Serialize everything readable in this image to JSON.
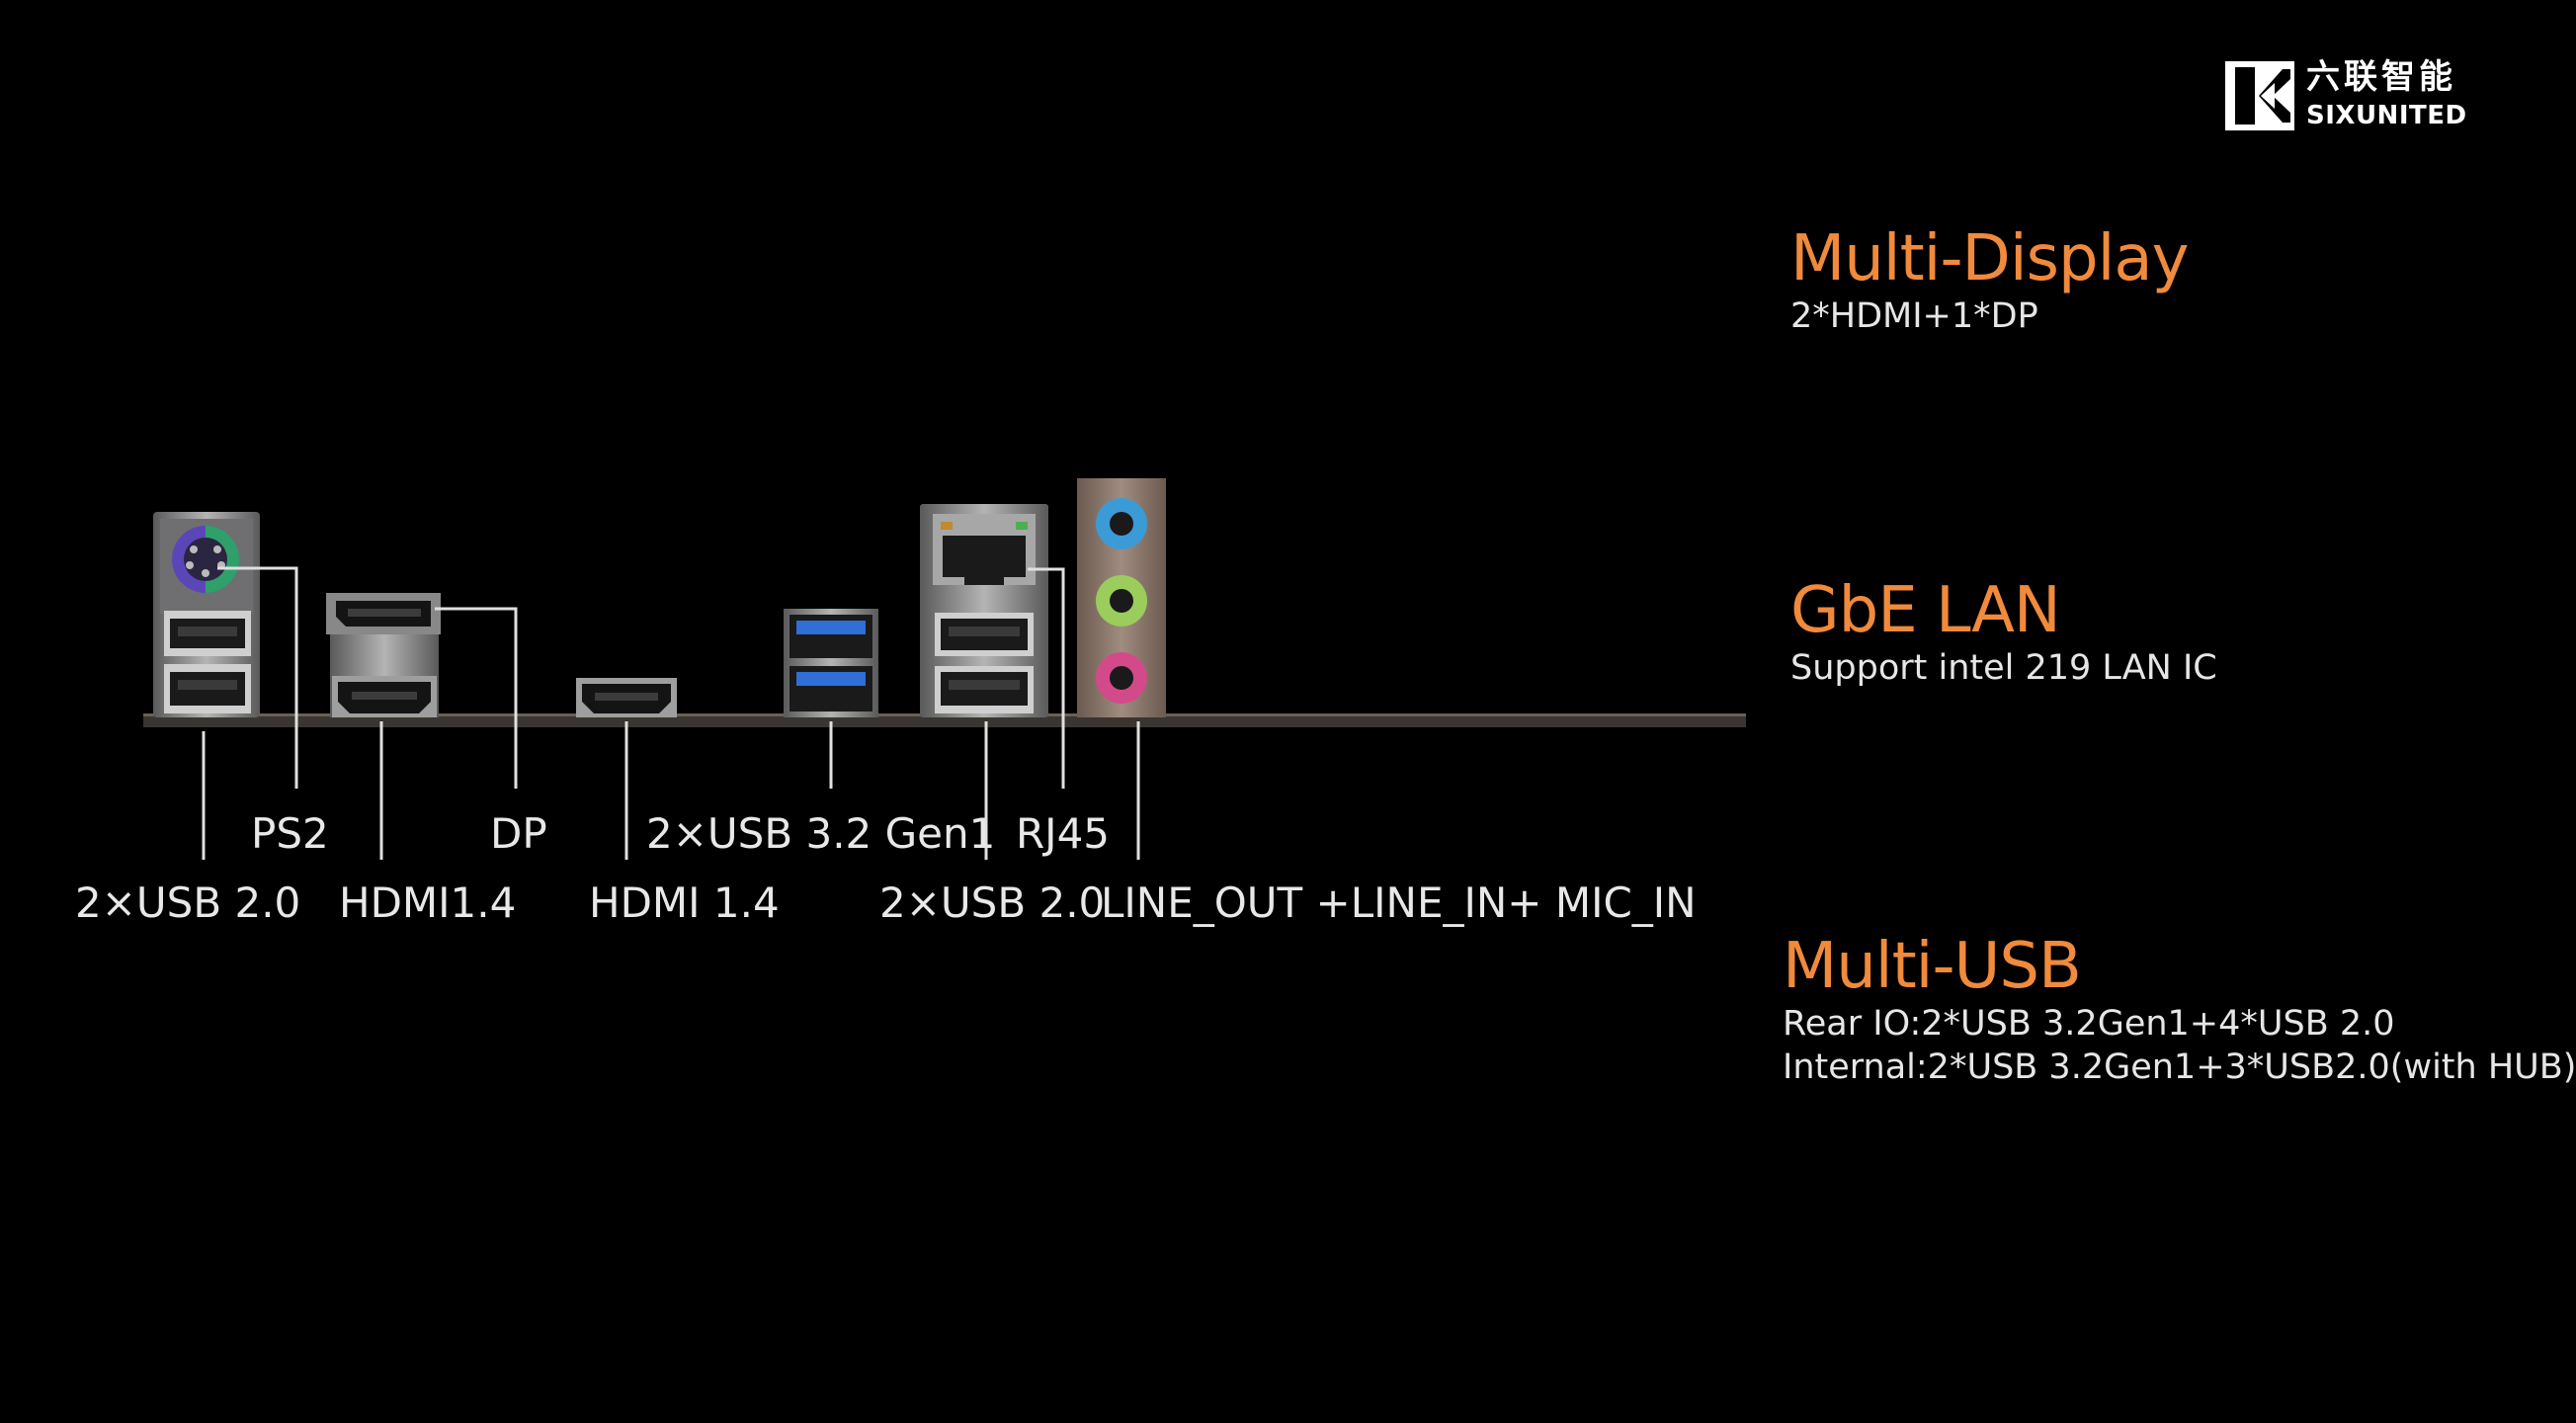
{
  "logo": {
    "chinese": "六联智能",
    "english": "SIXUNITED",
    "icon": "sixunited-logo-icon"
  },
  "features": {
    "display": {
      "title": "Multi-Display",
      "lines": [
        "2*HDMI+1*DP"
      ]
    },
    "lan": {
      "title": "GbE LAN",
      "lines": [
        "Support intel 219 LAN IC"
      ]
    },
    "usb": {
      "title": "Multi-USB",
      "lines": [
        "Rear IO:2*USB 3.2Gen1+4*USB 2.0",
        "Internal:2*USB 3.2Gen1+3*USB2.0(with HUB)"
      ]
    }
  },
  "ports": {
    "ps2": "PS2",
    "dp": "DP",
    "usb32": "2×USB 3.2 Gen1",
    "rj45": "RJ45",
    "usb20_left": "2×USB 2.0",
    "hdmi14_left": "HDMI1.4",
    "hdmi14_mid": "HDMI 1.4",
    "usb20_right": "2×USB 2.0",
    "audio": "LINE_OUT +LINE_IN+ MIC_IN"
  },
  "colors": {
    "accent": "#f08a3c",
    "usb3_blue": "#2f6fd6",
    "audio_blue": "#3b9bd6",
    "audio_green": "#9acd5b",
    "audio_pink": "#d24a8a",
    "ps2_purple": "#6a4fc0",
    "ps2_green": "#3aa86a"
  }
}
